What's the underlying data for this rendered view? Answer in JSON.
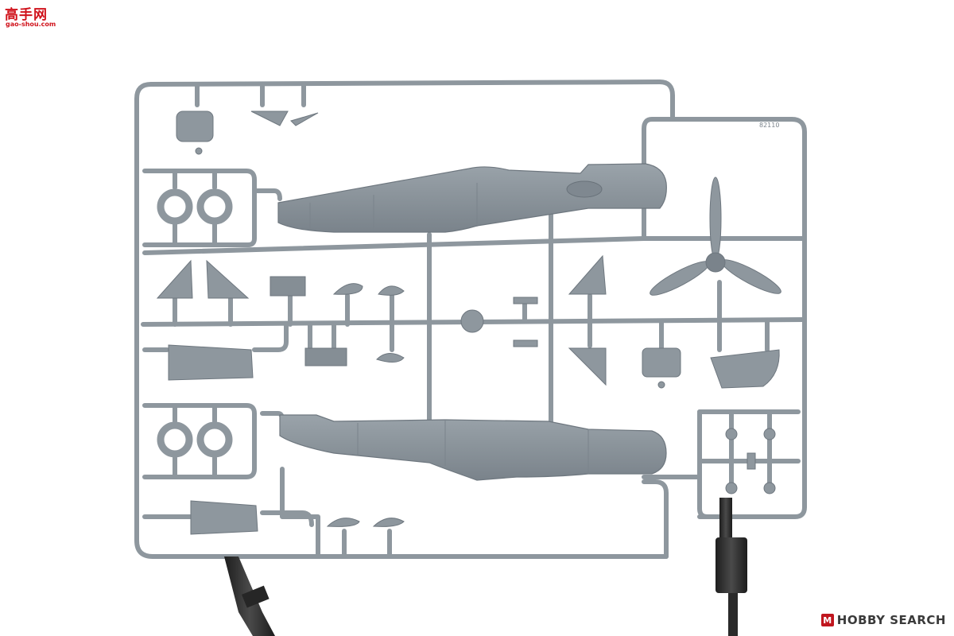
{
  "watermark_top": {
    "logo_text": "高手网",
    "url_text": "gao-shou.com"
  },
  "watermark_bottom": {
    "badge_glyph": "M",
    "brand_text": "HOBBY SEARCH"
  },
  "sprue": {
    "part_number_label": "82110"
  },
  "colors": {
    "background": "#ffffff",
    "plastic": "#8e979e",
    "plastic_shadow": "#737c84",
    "plastic_light": "#a6aeb4",
    "clip": "#2e2e2e",
    "brand_red": "#c0161e"
  }
}
